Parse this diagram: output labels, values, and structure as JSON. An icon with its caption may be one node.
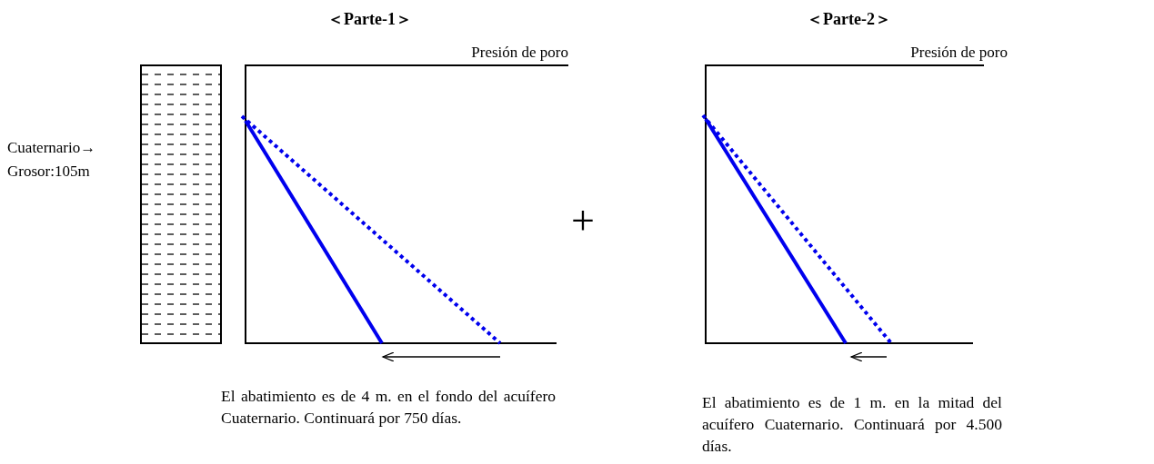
{
  "diagram": {
    "labels": [
      "＜Parte-1＞",
      "＜Parte-2＞",
      "Presión de poro",
      "Presión de poro",
      "Cuaternario→",
      "Grosor:105m",
      "+",
      "El abatimiento es de 4 m. en el fondo del acuífero Cuaternario. Continuará por 750 días.",
      "El abatimiento es de 1 m. en la mitad del acuífero Cuaternario. Continuará por 4.500 días."
    ]
  }
}
